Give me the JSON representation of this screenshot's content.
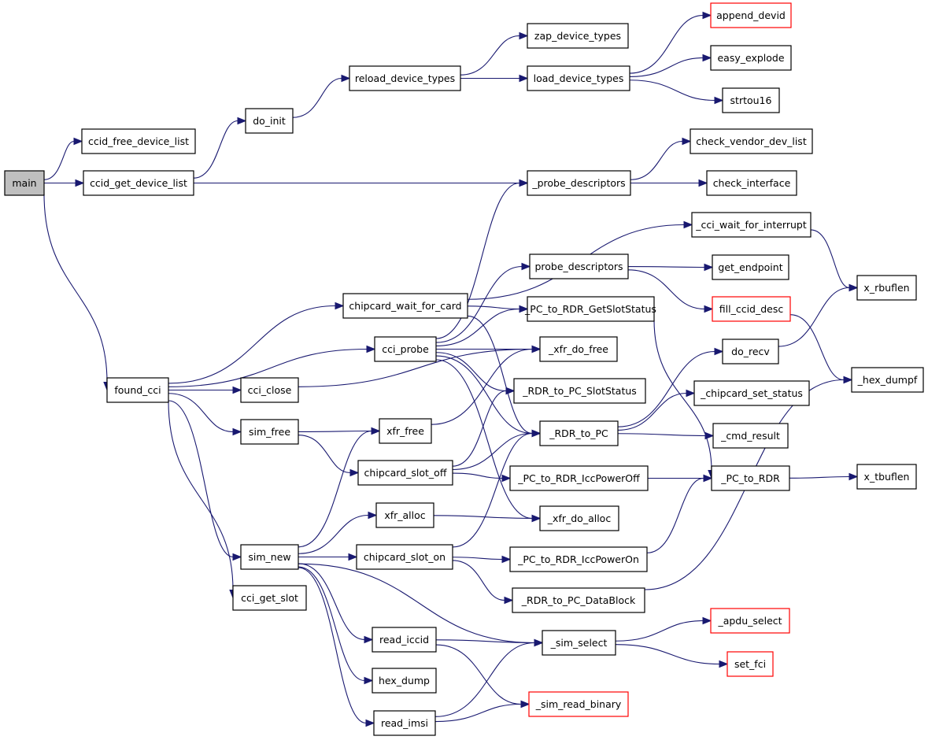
{
  "graph": {
    "root": "main",
    "colors": {
      "edge": "#191970",
      "node_border": "#000000",
      "truncated_border": "#ff0000",
      "root_fill": "#bfbfbf",
      "node_fill": "#ffffff"
    },
    "nodes": [
      {
        "id": "main",
        "label": "main",
        "root": true
      },
      {
        "id": "ccid_free_device_list",
        "label": "ccid_free_device_list"
      },
      {
        "id": "ccid_get_device_list",
        "label": "ccid_get_device_list"
      },
      {
        "id": "do_init",
        "label": "do_init"
      },
      {
        "id": "reload_device_types",
        "label": "reload_device_types"
      },
      {
        "id": "zap_device_types",
        "label": "zap_device_types"
      },
      {
        "id": "load_device_types",
        "label": "load_device_types"
      },
      {
        "id": "append_devid",
        "label": "append_devid",
        "truncated": true
      },
      {
        "id": "easy_explode",
        "label": "easy_explode"
      },
      {
        "id": "strtou16",
        "label": "strtou16"
      },
      {
        "id": "_probe_descriptors",
        "label": "_probe_descriptors"
      },
      {
        "id": "check_vendor_dev_list",
        "label": "check_vendor_dev_list"
      },
      {
        "id": "check_interface",
        "label": "check_interface"
      },
      {
        "id": "_cci_wait_for_interrupt",
        "label": "_cci_wait_for_interrupt"
      },
      {
        "id": "probe_descriptors",
        "label": "probe_descriptors"
      },
      {
        "id": "get_endpoint",
        "label": "get_endpoint"
      },
      {
        "id": "x_rbuflen",
        "label": "x_rbuflen"
      },
      {
        "id": "chipcard_wait_for_card",
        "label": "chipcard_wait_for_card"
      },
      {
        "id": "_PC_to_RDR_GetSlotStatus",
        "label": "_PC_to_RDR_GetSlotStatus"
      },
      {
        "id": "fill_ccid_desc",
        "label": "fill_ccid_desc",
        "truncated": true
      },
      {
        "id": "cci_probe",
        "label": "cci_probe"
      },
      {
        "id": "_xfr_do_free",
        "label": "_xfr_do_free"
      },
      {
        "id": "do_recv",
        "label": "do_recv"
      },
      {
        "id": "_hex_dumpf",
        "label": "_hex_dumpf"
      },
      {
        "id": "found_cci",
        "label": "found_cci"
      },
      {
        "id": "cci_close",
        "label": "cci_close"
      },
      {
        "id": "_RDR_to_PC_SlotStatus",
        "label": "_RDR_to_PC_SlotStatus"
      },
      {
        "id": "_chipcard_set_status",
        "label": "_chipcard_set_status"
      },
      {
        "id": "sim_free",
        "label": "sim_free"
      },
      {
        "id": "xfr_free",
        "label": "xfr_free"
      },
      {
        "id": "_RDR_to_PC",
        "label": "_RDR_to_PC"
      },
      {
        "id": "_cmd_result",
        "label": "_cmd_result"
      },
      {
        "id": "chipcard_slot_off",
        "label": "chipcard_slot_off"
      },
      {
        "id": "_PC_to_RDR_IccPowerOff",
        "label": "_PC_to_RDR_IccPowerOff"
      },
      {
        "id": "_PC_to_RDR",
        "label": "_PC_to_RDR"
      },
      {
        "id": "x_tbuflen",
        "label": "x_tbuflen"
      },
      {
        "id": "xfr_alloc",
        "label": "xfr_alloc"
      },
      {
        "id": "_xfr_do_alloc",
        "label": "_xfr_do_alloc"
      },
      {
        "id": "sim_new",
        "label": "sim_new"
      },
      {
        "id": "chipcard_slot_on",
        "label": "chipcard_slot_on"
      },
      {
        "id": "_PC_to_RDR_IccPowerOn",
        "label": "_PC_to_RDR_IccPowerOn"
      },
      {
        "id": "cci_get_slot",
        "label": "cci_get_slot"
      },
      {
        "id": "_RDR_to_PC_DataBlock",
        "label": "_RDR_to_PC_DataBlock"
      },
      {
        "id": "_apdu_select",
        "label": "_apdu_select",
        "truncated": true
      },
      {
        "id": "read_iccid",
        "label": "read_iccid"
      },
      {
        "id": "_sim_select",
        "label": "_sim_select"
      },
      {
        "id": "set_fci",
        "label": "set_fci",
        "truncated": true
      },
      {
        "id": "hex_dump",
        "label": "hex_dump"
      },
      {
        "id": "_sim_read_binary",
        "label": "_sim_read_binary",
        "truncated": true
      },
      {
        "id": "read_imsi",
        "label": "read_imsi"
      }
    ],
    "edges": [
      [
        "main",
        "ccid_free_device_list"
      ],
      [
        "main",
        "ccid_get_device_list"
      ],
      [
        "main",
        "found_cci"
      ],
      [
        "ccid_get_device_list",
        "do_init"
      ],
      [
        "ccid_get_device_list",
        "_probe_descriptors"
      ],
      [
        "do_init",
        "reload_device_types"
      ],
      [
        "reload_device_types",
        "zap_device_types"
      ],
      [
        "reload_device_types",
        "load_device_types"
      ],
      [
        "load_device_types",
        "append_devid"
      ],
      [
        "load_device_types",
        "easy_explode"
      ],
      [
        "load_device_types",
        "strtou16"
      ],
      [
        "_probe_descriptors",
        "check_vendor_dev_list"
      ],
      [
        "_probe_descriptors",
        "check_interface"
      ],
      [
        "found_cci",
        "chipcard_wait_for_card"
      ],
      [
        "found_cci",
        "cci_probe"
      ],
      [
        "found_cci",
        "cci_close"
      ],
      [
        "found_cci",
        "sim_free"
      ],
      [
        "found_cci",
        "sim_new"
      ],
      [
        "found_cci",
        "cci_get_slot"
      ],
      [
        "chipcard_wait_for_card",
        "_cci_wait_for_interrupt"
      ],
      [
        "chipcard_wait_for_card",
        "_PC_to_RDR_GetSlotStatus"
      ],
      [
        "chipcard_wait_for_card",
        "_RDR_to_PC"
      ],
      [
        "_cci_wait_for_interrupt",
        "x_rbuflen"
      ],
      [
        "cci_probe",
        "_probe_descriptors"
      ],
      [
        "cci_probe",
        "probe_descriptors"
      ],
      [
        "cci_probe",
        "_PC_to_RDR_GetSlotStatus"
      ],
      [
        "cci_probe",
        "_xfr_do_free"
      ],
      [
        "cci_probe",
        "_RDR_to_PC_SlotStatus"
      ],
      [
        "cci_probe",
        "_RDR_to_PC"
      ],
      [
        "cci_probe",
        "_xfr_do_alloc"
      ],
      [
        "probe_descriptors",
        "get_endpoint"
      ],
      [
        "probe_descriptors",
        "fill_ccid_desc"
      ],
      [
        "fill_ccid_desc",
        "_hex_dumpf"
      ],
      [
        "_PC_to_RDR_GetSlotStatus",
        "_PC_to_RDR"
      ],
      [
        "cci_close",
        "_xfr_do_free"
      ],
      [
        "sim_free",
        "xfr_free"
      ],
      [
        "sim_free",
        "chipcard_slot_off"
      ],
      [
        "xfr_free",
        "_xfr_do_free"
      ],
      [
        "chipcard_slot_off",
        "_RDR_to_PC_SlotStatus"
      ],
      [
        "chipcard_slot_off",
        "_RDR_to_PC"
      ],
      [
        "chipcard_slot_off",
        "_PC_to_RDR_IccPowerOff"
      ],
      [
        "_PC_to_RDR_IccPowerOff",
        "_PC_to_RDR"
      ],
      [
        "_RDR_to_PC",
        "do_recv"
      ],
      [
        "_RDR_to_PC",
        "_chipcard_set_status"
      ],
      [
        "_RDR_to_PC",
        "_cmd_result"
      ],
      [
        "do_recv",
        "x_rbuflen"
      ],
      [
        "_PC_to_RDR",
        "x_tbuflen"
      ],
      [
        "sim_new",
        "xfr_free"
      ],
      [
        "sim_new",
        "xfr_alloc"
      ],
      [
        "sim_new",
        "chipcard_slot_on"
      ],
      [
        "sim_new",
        "_sim_select"
      ],
      [
        "sim_new",
        "read_iccid"
      ],
      [
        "sim_new",
        "hex_dump"
      ],
      [
        "sim_new",
        "read_imsi"
      ],
      [
        "xfr_alloc",
        "_xfr_do_alloc"
      ],
      [
        "chipcard_slot_on",
        "_RDR_to_PC"
      ],
      [
        "chipcard_slot_on",
        "_PC_to_RDR_IccPowerOn"
      ],
      [
        "chipcard_slot_on",
        "_RDR_to_PC_DataBlock"
      ],
      [
        "_PC_to_RDR_IccPowerOn",
        "_PC_to_RDR"
      ],
      [
        "_RDR_to_PC_DataBlock",
        "_hex_dumpf"
      ],
      [
        "_sim_select",
        "_apdu_select"
      ],
      [
        "_sim_select",
        "set_fci"
      ],
      [
        "read_iccid",
        "_sim_select"
      ],
      [
        "read_iccid",
        "_sim_read_binary"
      ],
      [
        "read_imsi",
        "_sim_select"
      ],
      [
        "read_imsi",
        "_sim_read_binary"
      ]
    ]
  }
}
